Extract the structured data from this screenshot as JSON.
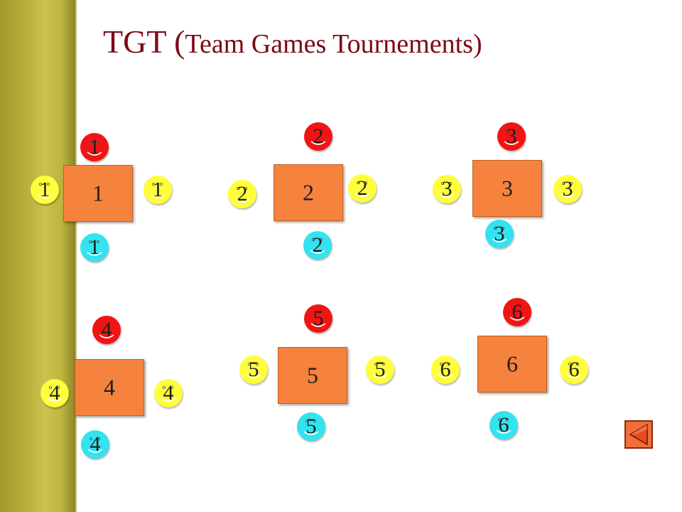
{
  "slide": {
    "title_main": "TGT (",
    "title_sub": "Team Games Tournements)"
  },
  "colors": {
    "title": "#7a0a16",
    "table": "#f5823d",
    "sidebar": "#b8af3c",
    "red_face": "#f21414",
    "yellow_face": "#fefe3c",
    "cyan_face": "#32e3f0"
  },
  "tables": [
    {
      "label": "1",
      "top_player": "1",
      "left_player": "1",
      "right_player": "1",
      "bottom_player": "1"
    },
    {
      "label": "2",
      "top_player": "2",
      "left_player": "2",
      "right_player": "2",
      "bottom_player": "2"
    },
    {
      "label": "3",
      "top_player": "3",
      "left_player": "3",
      "right_player": "3",
      "bottom_player": "3"
    },
    {
      "label": "4",
      "top_player": "4",
      "left_player": "4",
      "right_player": "4",
      "bottom_player": "4"
    },
    {
      "label": "5",
      "top_player": "5",
      "left_player": "5",
      "right_player": "5",
      "bottom_player": "5"
    },
    {
      "label": "6",
      "top_player": "6",
      "left_player": "6",
      "right_player": "6",
      "bottom_player": "6"
    }
  ],
  "navigation": {
    "back_icon": "triangle-left-icon"
  }
}
